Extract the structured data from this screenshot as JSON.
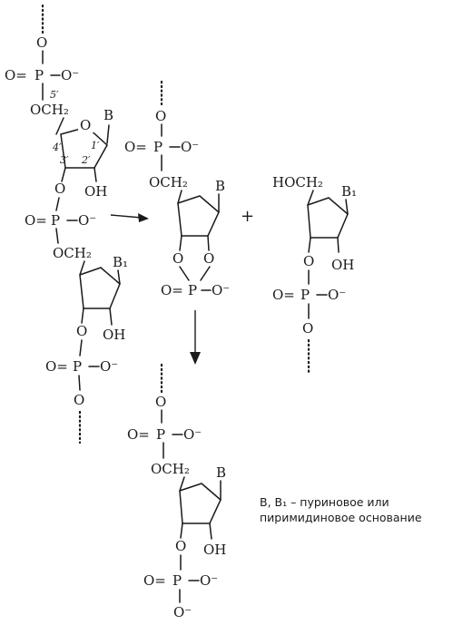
{
  "labels": {
    "o": "O",
    "o_minus": "O⁻",
    "p": "P",
    "o_double": "O=",
    "och2": "OCH₂",
    "hoch2": "HOCH₂",
    "oh": "OH",
    "base_b": "B",
    "base_b1": "B₁",
    "plus": "+"
  },
  "numbering": {
    "c5": "5′",
    "c4": "4′",
    "c3": "3′",
    "c2": "2′",
    "c1": "1′"
  },
  "legend": {
    "line1": "B, B₁ – пуриновое или",
    "line2": "пиримидиновое основание"
  }
}
